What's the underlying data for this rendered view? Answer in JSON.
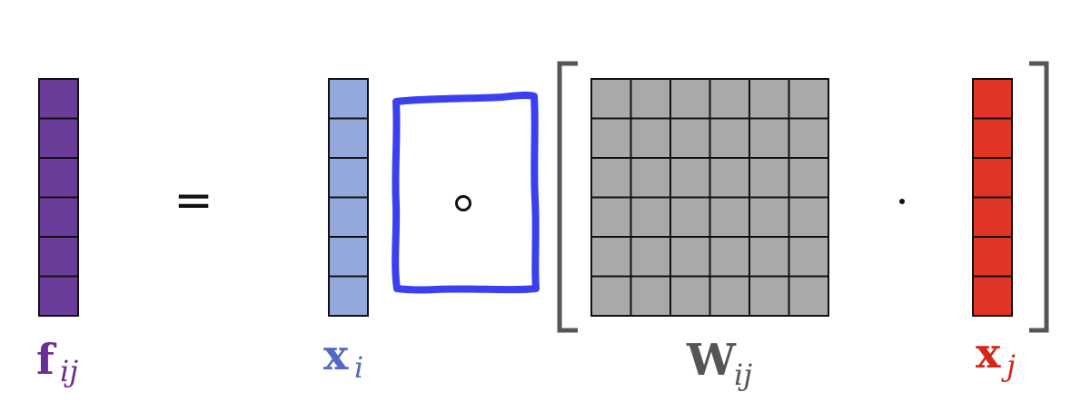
{
  "colors": {
    "f_vector": "#6a3d9a",
    "x_i_vector": "#93a9dc",
    "x_j_vector": "#e03524",
    "matrix": "#a9a9a9",
    "highlight_box": "#3a3ff0",
    "label_f": "#6a2f96",
    "label_x_i": "#5368c4",
    "label_W": "#555555",
    "label_x_j": "#d6261c",
    "bracket": "#555555",
    "grid_line": "#111111"
  },
  "labels": {
    "f_main": "f",
    "f_sub": "ij",
    "xi_main": "x",
    "xi_sub": "i",
    "W_main": "W",
    "W_sub": "ij",
    "xj_main": "x",
    "xj_sub": "j"
  },
  "operators": {
    "equals": "=",
    "hadamard": "∘",
    "dot": "·"
  },
  "vector_cells": 6,
  "matrix_rows": 6,
  "matrix_cols": 6
}
